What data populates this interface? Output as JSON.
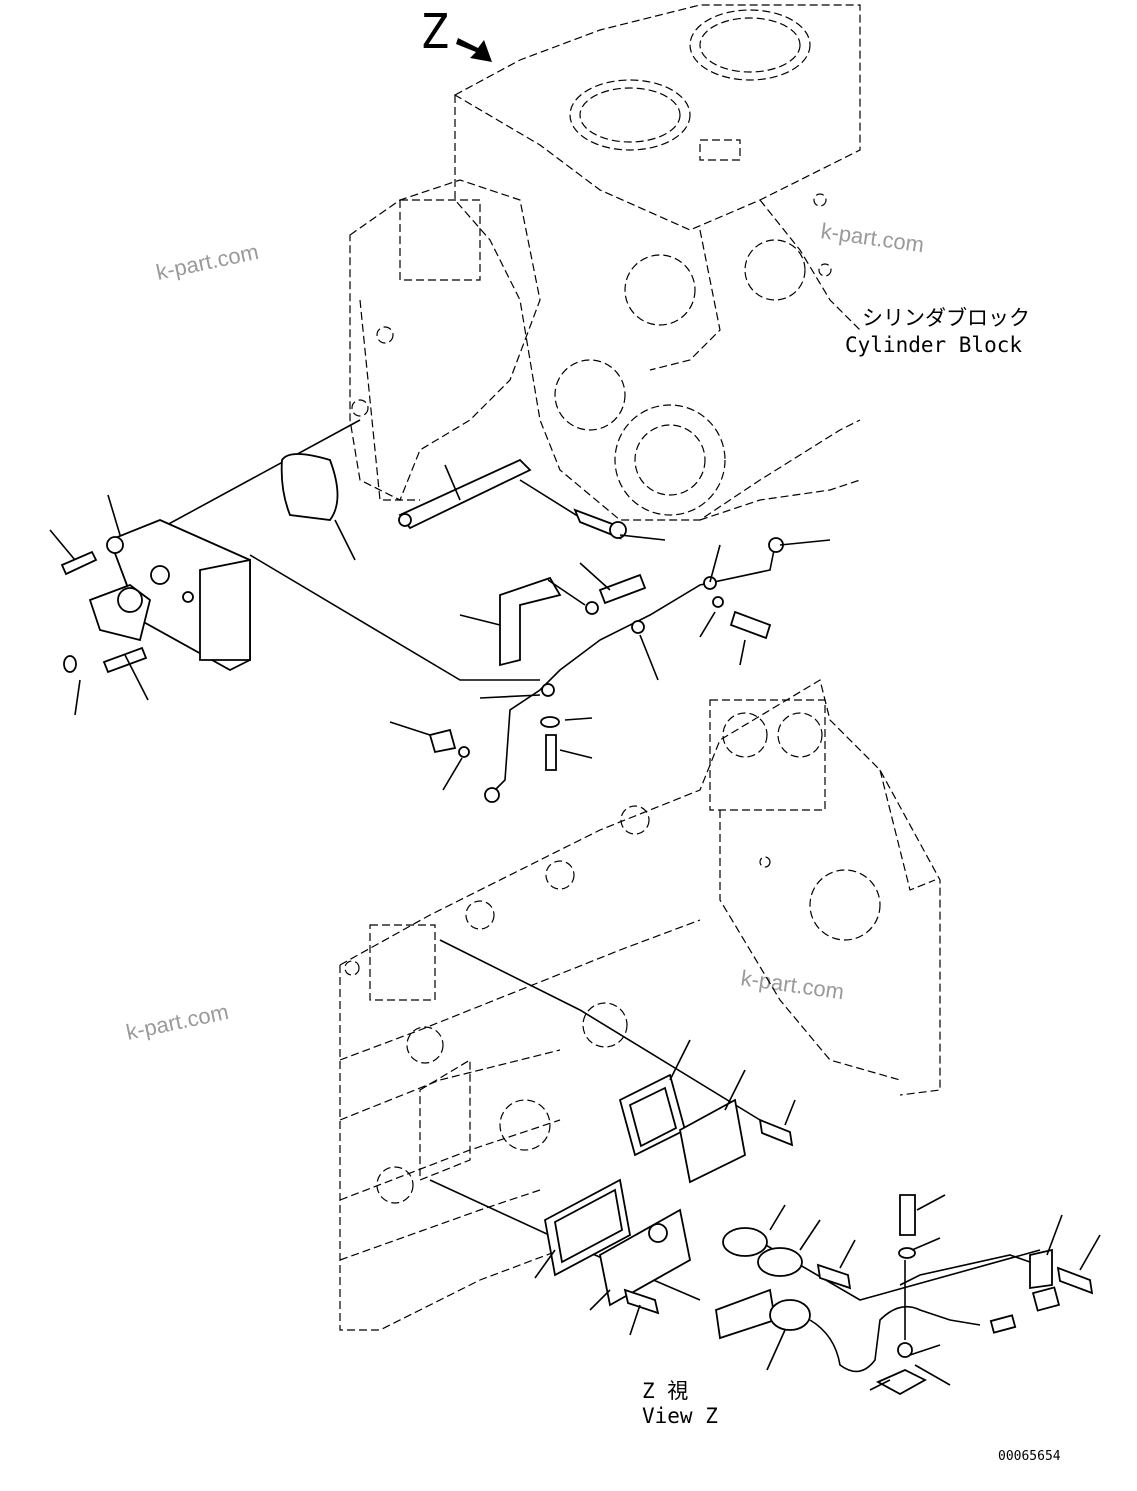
{
  "view_marker": "Z",
  "cylinder_block_label": {
    "japanese": "シリンダブロック",
    "english": "Cylinder Block"
  },
  "view_label": {
    "japanese": "Z 視",
    "english": "View Z"
  },
  "watermarks": [
    "k-part.com",
    "k-part.com",
    "k-part.com",
    "k-part.com"
  ],
  "drawing_number": "00065654"
}
